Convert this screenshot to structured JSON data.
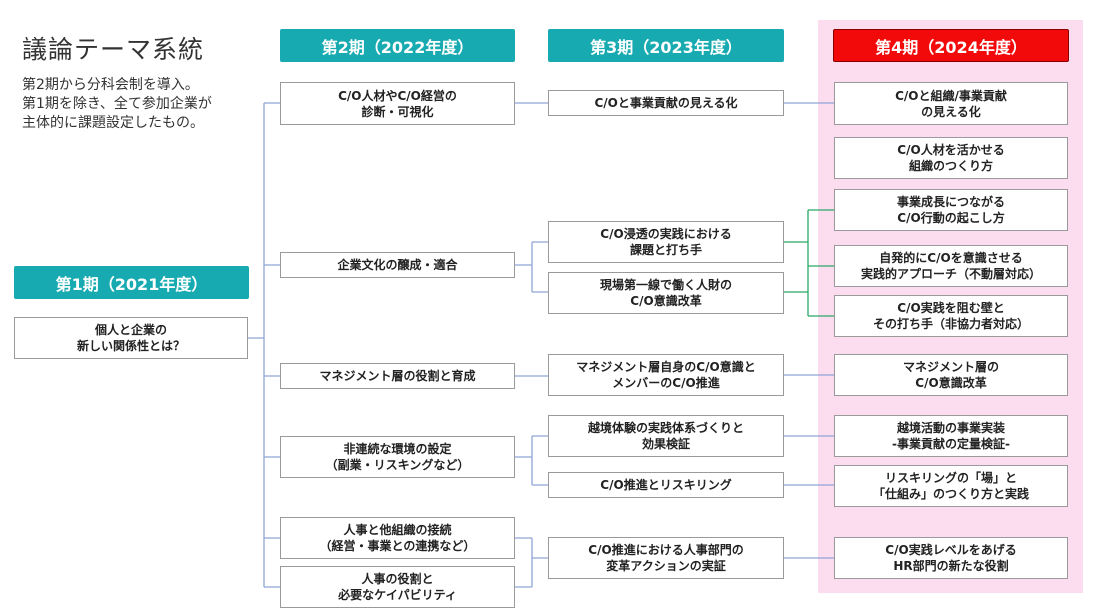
{
  "title": "議論テーマ系統",
  "description": [
    "第2期から分科会制を導入。",
    "第1期を除き、全て参加企業が",
    "主体的に課題設定したもの。"
  ],
  "periods": {
    "p1": "第1期（2021年度）",
    "p2": "第2期（2022年度）",
    "p3": "第3期（2023年度）",
    "p4": "第4期（2024年度）"
  },
  "colors": {
    "teal": "#17aab0",
    "red": "#f20a0a",
    "pink": "#fcdcef"
  },
  "col1": [
    [
      "個人と企業の",
      "新しい関係性とは？"
    ]
  ],
  "col2": [
    [
      "C/O人材やC/O経営の",
      "診断・可視化"
    ],
    [
      "企業文化の醸成・適合"
    ],
    [
      "マネジメント層の役割と育成"
    ],
    [
      "非連続な環境の設定",
      "（副業・リスキングなど）"
    ],
    [
      "人事と他組織の接続",
      "（経営・事業との連携など）"
    ],
    [
      "人事の役割と",
      "必要なケイパビリティ"
    ]
  ],
  "col3": [
    [
      "C/Oと事業貢献の見える化"
    ],
    [
      "C/O浸透の実践における",
      "課題と打ち手"
    ],
    [
      "現場第一線で働く人財の",
      "C/O意識改革"
    ],
    [
      "マネジメント層自身のC/O意識と",
      "メンバーのC/O推進"
    ],
    [
      "越境体験の実践体系づくりと",
      "効果検証"
    ],
    [
      "C/O推進とリスキリング"
    ],
    [
      "C/O推進における人事部門の",
      "変革アクションの実証"
    ]
  ],
  "col4": [
    [
      "C/Oと組織/事業貢献",
      "の見える化"
    ],
    [
      "C/O人材を活かせる",
      "組織のつくり方"
    ],
    [
      "事業成長につながる",
      "C/O行動の起こし方"
    ],
    [
      "自発的にC/Oを意識させる",
      "実践的アプローチ（不動層対応）"
    ],
    [
      "C/O実践を阻む壁と",
      "その打ち手（非協力者対応）"
    ],
    [
      "マネジメント層の",
      "C/O意識改革"
    ],
    [
      "越境活動の事業実装",
      "-事業貢献の定量検証-"
    ],
    [
      "リスキリングの「場」と",
      "「仕組み」のつくり方と実践"
    ],
    [
      "C/O実践レベルをあげる",
      "HR部門の新たな役割"
    ]
  ]
}
